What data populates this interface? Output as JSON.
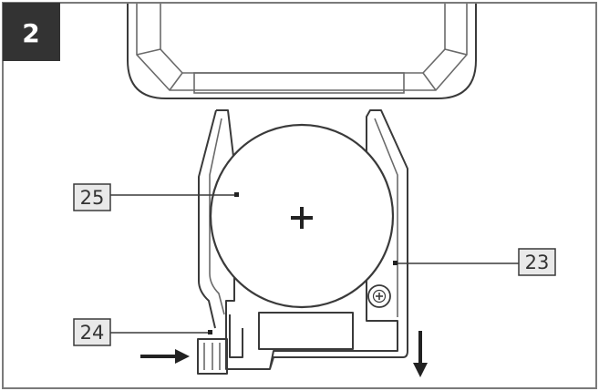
{
  "step": {
    "number": "2"
  },
  "callouts": [
    {
      "id": "25",
      "label": "25"
    },
    {
      "id": "23",
      "label": "23"
    },
    {
      "id": "24",
      "label": "24"
    }
  ],
  "colors": {
    "step_badge": "#333333",
    "line": "#3a3a3a",
    "label_bg": "#e9e9e9"
  },
  "icons": [
    "plus-icon",
    "screw-icon",
    "arrow-right-icon",
    "arrow-down-icon"
  ]
}
